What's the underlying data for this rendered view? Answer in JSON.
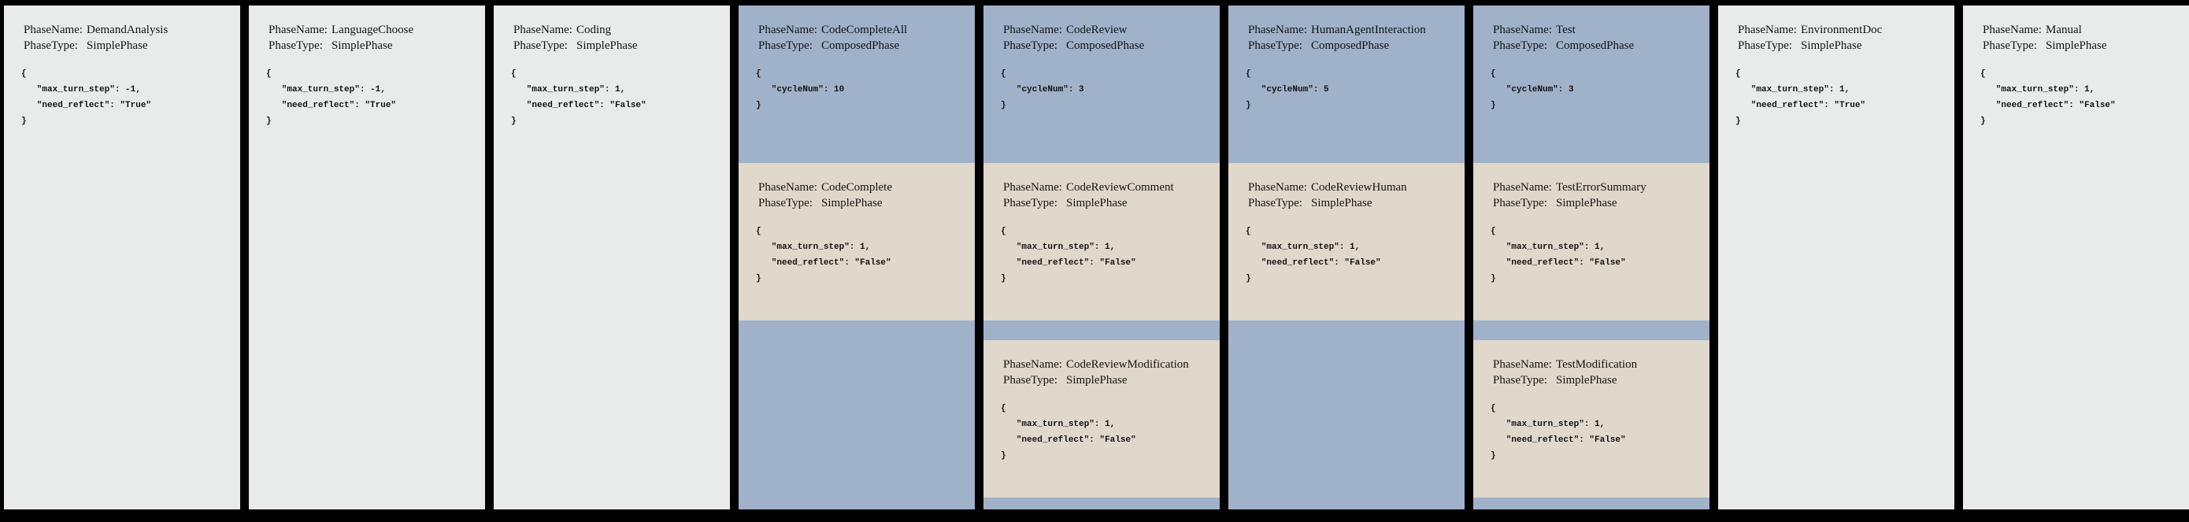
{
  "colors": {
    "frame": "#000000",
    "simple_phase_bg": "#e8ebe9",
    "composed_phase_bg": "#a0b1ca",
    "subphase_bg": "#dfd8cb",
    "text": "#141414"
  },
  "labels": {
    "phase_name": "PhaseName:",
    "phase_type": "PhaseType:"
  },
  "phases": [
    {
      "name": "DemandAnalysis",
      "type": "SimplePhase",
      "config_lines": [
        "{",
        "   \"max_turn_step\": -1,",
        "   \"need_reflect\": \"True\"",
        "}"
      ],
      "sub_phases": []
    },
    {
      "name": "LanguageChoose",
      "type": "SimplePhase",
      "config_lines": [
        "{",
        "   \"max_turn_step\": -1,",
        "   \"need_reflect\": \"True\"",
        "}"
      ],
      "sub_phases": []
    },
    {
      "name": "Coding",
      "type": "SimplePhase",
      "config_lines": [
        "{",
        "   \"max_turn_step\": 1,",
        "   \"need_reflect\": \"False\"",
        "}"
      ],
      "sub_phases": []
    },
    {
      "name": "CodeCompleteAll",
      "type": "ComposedPhase",
      "config_lines": [
        "{",
        "   \"cycleNum\": 10",
        "}"
      ],
      "sub_phases": [
        {
          "name": "CodeComplete",
          "type": "SimplePhase",
          "config_lines": [
            "{",
            "   \"max_turn_step\": 1,",
            "   \"need_reflect\": \"False\"",
            "}"
          ]
        }
      ]
    },
    {
      "name": "CodeReview",
      "type": "ComposedPhase",
      "config_lines": [
        "{",
        "   \"cycleNum\": 3",
        "}"
      ],
      "sub_phases": [
        {
          "name": "CodeReviewComment",
          "type": "SimplePhase",
          "config_lines": [
            "{",
            "   \"max_turn_step\": 1,",
            "   \"need_reflect\": \"False\"",
            "}"
          ]
        },
        {
          "name": "CodeReviewModification",
          "type": "SimplePhase",
          "config_lines": [
            "{",
            "   \"max_turn_step\": 1,",
            "   \"need_reflect\": \"False\"",
            "}"
          ]
        }
      ]
    },
    {
      "name": "HumanAgentInteraction",
      "type": "ComposedPhase",
      "config_lines": [
        "{",
        "   \"cycleNum\": 5",
        "}"
      ],
      "sub_phases": [
        {
          "name": "CodeReviewHuman",
          "type": "SimplePhase",
          "config_lines": [
            "{",
            "   \"max_turn_step\": 1,",
            "   \"need_reflect\": \"False\"",
            "}"
          ]
        }
      ]
    },
    {
      "name": "Test",
      "type": "ComposedPhase",
      "config_lines": [
        "{",
        "   \"cycleNum\": 3",
        "}"
      ],
      "sub_phases": [
        {
          "name": "TestErrorSummary",
          "type": "SimplePhase",
          "config_lines": [
            "{",
            "   \"max_turn_step\": 1,",
            "   \"need_reflect\": \"False\"",
            "}"
          ]
        },
        {
          "name": "TestModification",
          "type": "SimplePhase",
          "config_lines": [
            "{",
            "   \"max_turn_step\": 1,",
            "   \"need_reflect\": \"False\"",
            "}"
          ]
        }
      ]
    },
    {
      "name": "EnvironmentDoc",
      "type": "SimplePhase",
      "config_lines": [
        "{",
        "   \"max_turn_step\": 1,",
        "   \"need_reflect\": \"True\"",
        "}"
      ],
      "sub_phases": []
    },
    {
      "name": "Manual",
      "type": "SimplePhase",
      "config_lines": [
        "{",
        "   \"max_turn_step\": 1,",
        "   \"need_reflect\": \"False\"",
        "}"
      ],
      "sub_phases": []
    }
  ]
}
